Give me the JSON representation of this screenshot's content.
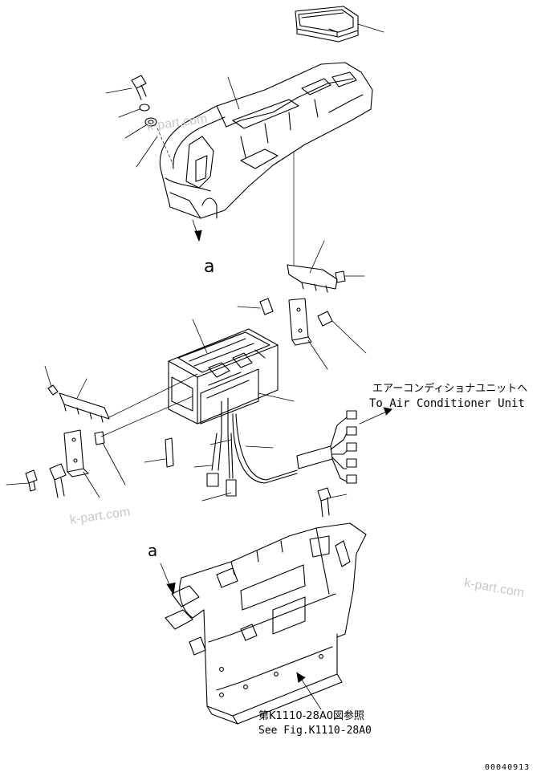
{
  "callouts": {
    "view_mark_top": "a",
    "view_mark_bottom": "a"
  },
  "notes": {
    "ac_unit_jp": "エアーコンディショナユニットへ",
    "ac_unit_en": "To Air Conditioner Unit",
    "see_fig_jp": "第K1110-28A0図参照",
    "see_fig_en": "See Fig.K1110-28A0"
  },
  "watermarks": [
    "k-part.com",
    "k-part.com",
    "k-part.com"
  ],
  "drawing_number": "00040913",
  "colors": {
    "line": "#000000",
    "watermark": "#c8c8c8"
  }
}
